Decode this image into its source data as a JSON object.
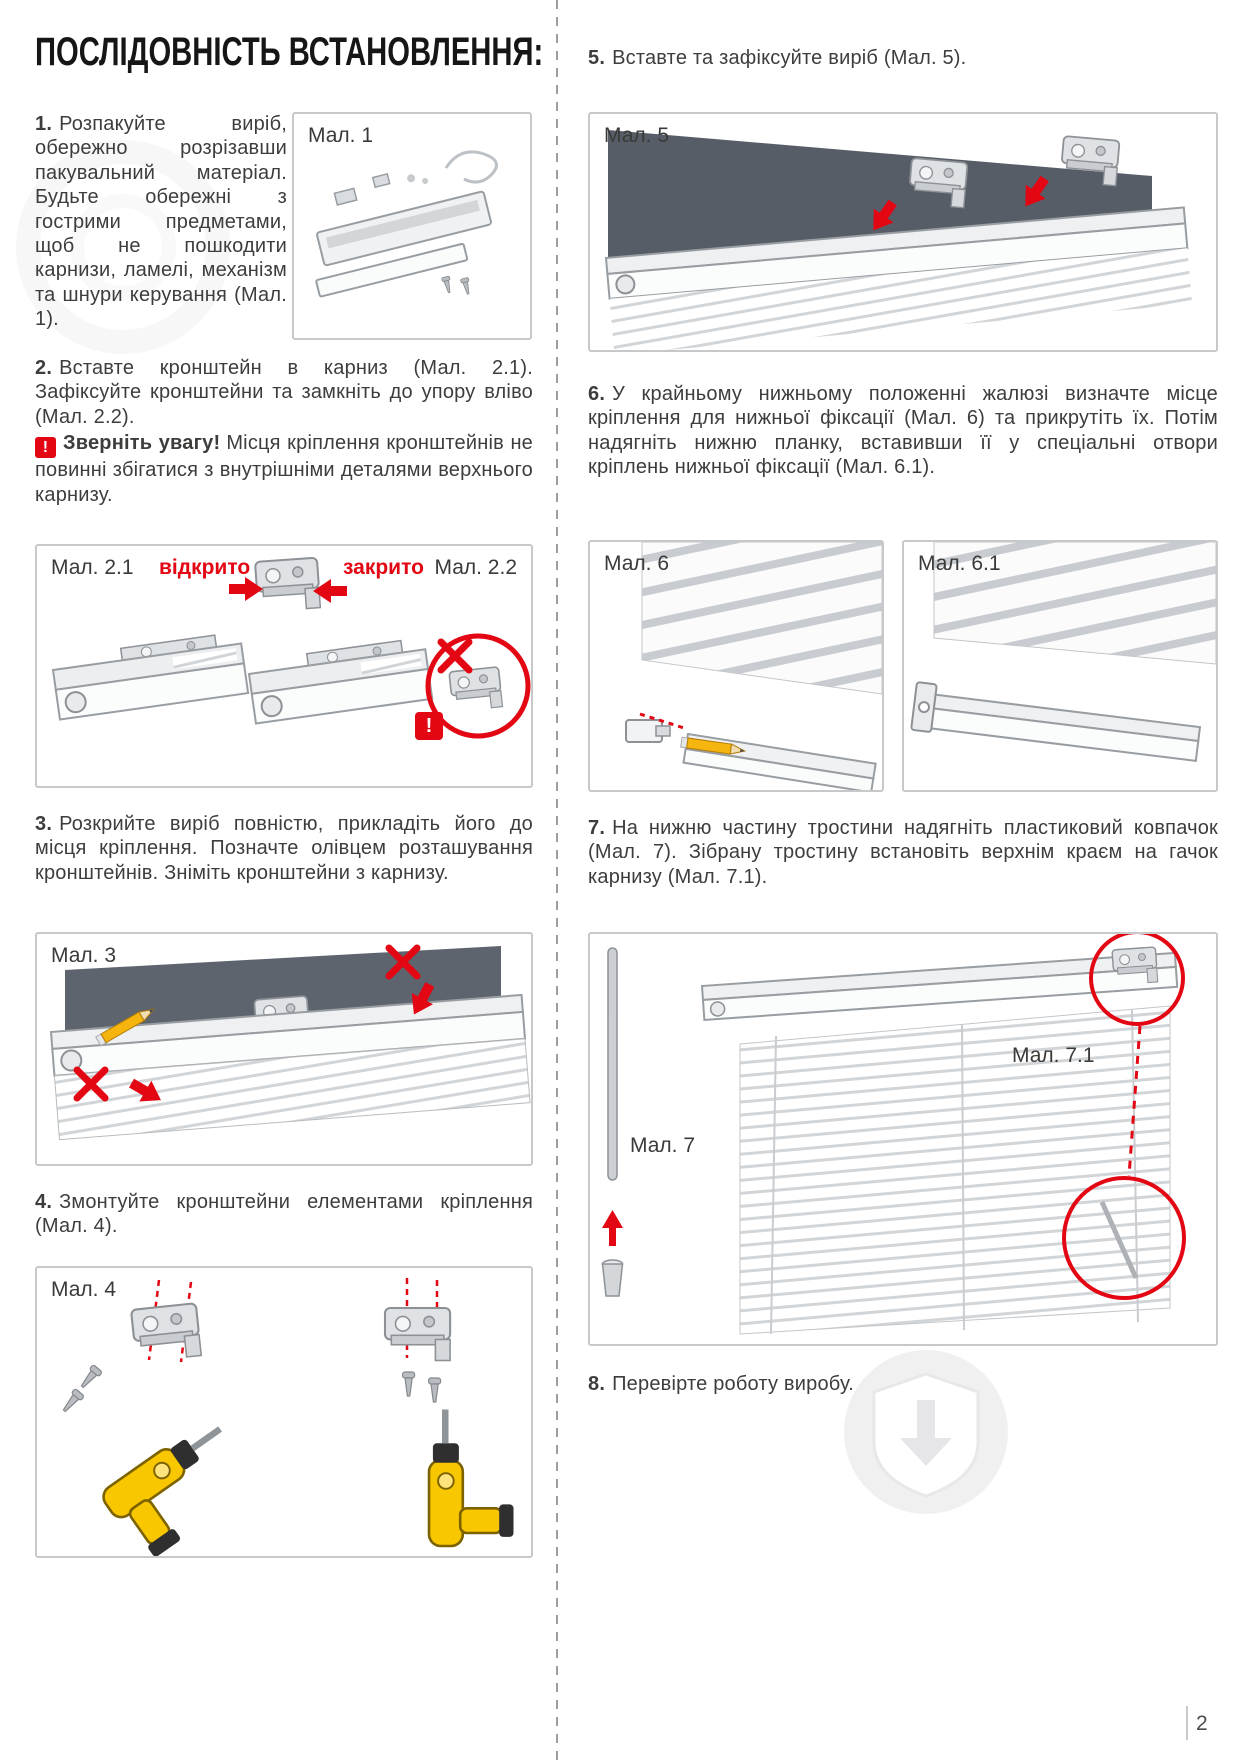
{
  "title": "ПОСЛІДОВНІСТЬ ВСТАНОВЛЕННЯ:",
  "page_number": "2",
  "steps": {
    "s1": {
      "num": "1.",
      "text": "Розпакуйте виріб, обережно розрізавши пакувальний матеріал. Будьте обережні з гострими предметами, щоб не пошкодити карнизи, ламелі, механізм та шнури керування (Мал. 1)."
    },
    "s2": {
      "num": "2.",
      "text": "Вставте кронштейн в карниз (Мал. 2.1). Зафіксуйте кронштейни та замкніть до упору вліво (Мал. 2.2)."
    },
    "s3": {
      "num": "3.",
      "text": "Розкрийте виріб повністю, прикладіть його до місця кріплення. Позначте олівцем розташування кронштейнів. Зніміть кронштейни з карнизу."
    },
    "s4": {
      "num": "4.",
      "text": "Змонтуйте кронштейни елементами кріплення (Мал. 4)."
    },
    "s5": {
      "num": "5.",
      "text": "Вставте та зафіксуйте виріб (Мал. 5)."
    },
    "s6": {
      "num": "6.",
      "text": "У крайньому нижньому положенні жалюзі визначте місце кріплення для нижньої фіксації (Мал. 6) та прикрутіть їх. Потім надягніть нижню планку, вставивши її у спеціальні отвори кріплень нижньої фіксації (Мал. 6.1)."
    },
    "s7": {
      "num": "7.",
      "text": "На нижню частину тростини надягніть пластиковий ковпачок (Мал. 7). Зібрану тростину встановіть верхнім краєм на гачок карнизу (Мал. 7.1)."
    },
    "s8": {
      "num": "8.",
      "text": "Перевірте роботу виробу."
    }
  },
  "warning": {
    "icon": "!",
    "title": "Зверніть увагу!",
    "text": "Місця кріплення кронштейнів не повинні збігатися з внутрішніми деталями верхнього карнизу."
  },
  "figures": {
    "fig1": {
      "label": "Мал. 1"
    },
    "fig2": {
      "label_left": "Мал. 2.1",
      "open": "відкрито",
      "closed": "закрито",
      "label_right": "Мал. 2.2",
      "badge": "!"
    },
    "fig3": {
      "label": "Мал. 3"
    },
    "fig4": {
      "label": "Мал. 4"
    },
    "fig5": {
      "label": "Мал. 5"
    },
    "fig6": {
      "label": "Мал. 6"
    },
    "fig6_1": {
      "label": "Мал. 6.1"
    },
    "fig7": {
      "label": "Мал. 7",
      "label_sub": "Мал. 7.1"
    }
  },
  "colors": {
    "accent_red": "#e30613",
    "text": "#3d3d3c",
    "figure_border": "#c7c8ca"
  }
}
